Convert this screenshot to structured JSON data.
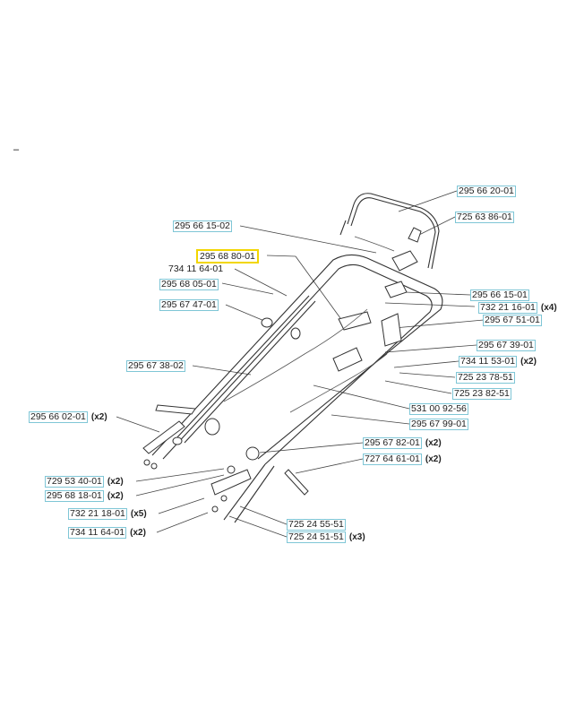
{
  "page": {
    "mark": "–"
  },
  "labels": [
    {
      "id": "l01",
      "code": "295 66 20-01",
      "qty": ""
    },
    {
      "id": "l02",
      "code": "725 63 86-01",
      "qty": ""
    },
    {
      "id": "l03",
      "code": "295 66 15-02",
      "qty": ""
    },
    {
      "id": "l04",
      "code": "295 68 80-01",
      "qty": "",
      "highlighted": true
    },
    {
      "id": "l05",
      "code": "734 11 64-01",
      "qty": ""
    },
    {
      "id": "l06",
      "code": "295 68 05-01",
      "qty": ""
    },
    {
      "id": "l07",
      "code": "295 66 15-01",
      "qty": ""
    },
    {
      "id": "l08",
      "code": "732 21 16-01",
      "qty": "(x4)"
    },
    {
      "id": "l09",
      "code": "295 67 47-01",
      "qty": ""
    },
    {
      "id": "l10",
      "code": "295 67 51-01",
      "qty": ""
    },
    {
      "id": "l11",
      "code": "295 67 39-01",
      "qty": ""
    },
    {
      "id": "l12",
      "code": "295 67 38-02",
      "qty": ""
    },
    {
      "id": "l13",
      "code": "734 11 53-01",
      "qty": "(x2)"
    },
    {
      "id": "l14",
      "code": "725 23 78-51",
      "qty": ""
    },
    {
      "id": "l15",
      "code": "725 23 82-51",
      "qty": ""
    },
    {
      "id": "l16",
      "code": "531 00 92-56",
      "qty": ""
    },
    {
      "id": "l17",
      "code": "295 66 02-01",
      "qty": "(x2)"
    },
    {
      "id": "l18",
      "code": "295 67 99-01",
      "qty": ""
    },
    {
      "id": "l19",
      "code": "295 67 82-01",
      "qty": "(x2)"
    },
    {
      "id": "l20",
      "code": "727 64 61-01",
      "qty": "(x2)"
    },
    {
      "id": "l21",
      "code": "729 53 40-01",
      "qty": "(x2)"
    },
    {
      "id": "l22",
      "code": "295 68 18-01",
      "qty": "(x2)"
    },
    {
      "id": "l23",
      "code": "732 21 18-01",
      "qty": "(x5)"
    },
    {
      "id": "l24",
      "code": "725 24 55-51",
      "qty": ""
    },
    {
      "id": "l25",
      "code": "734 11 64-01",
      "qty": "(x2)"
    },
    {
      "id": "l26",
      "code": "725 24 51-51",
      "qty": "(x3)"
    }
  ],
  "colors": {
    "label_border": "#7fc6d6",
    "highlight_border": "#f2d600",
    "line": "#444444"
  }
}
